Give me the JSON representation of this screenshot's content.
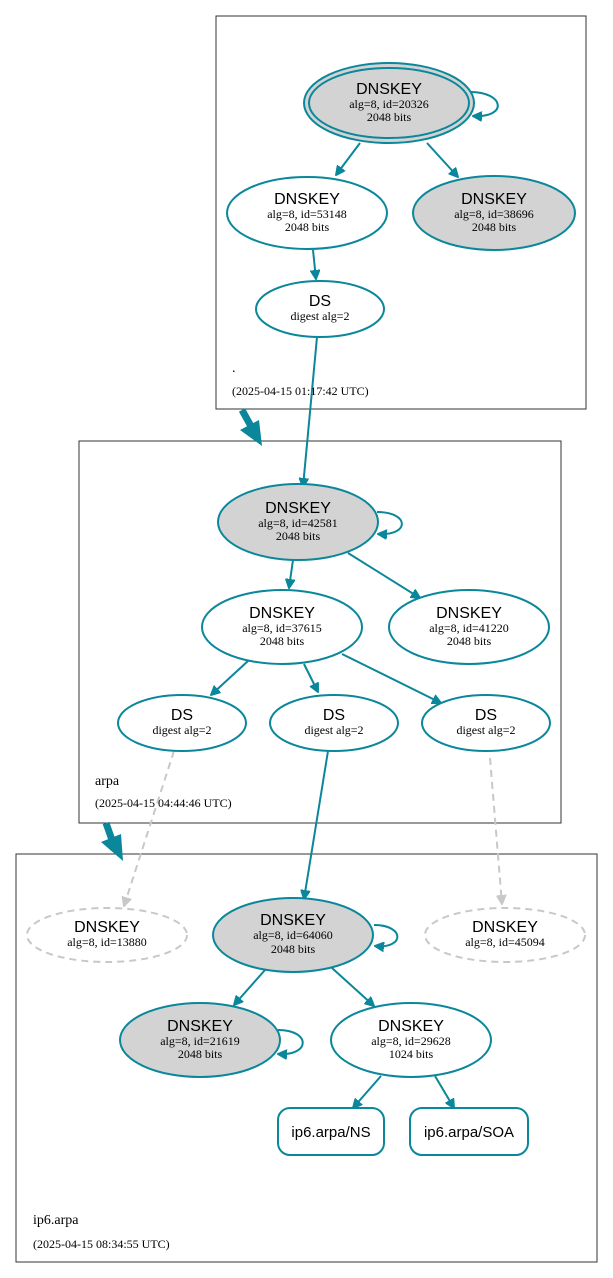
{
  "colors": {
    "edge": "#0a879a",
    "ksk_fill": "#d3d3d3",
    "zsk_fill": "#ffffff",
    "missing": "#c8c8c8"
  },
  "zones": {
    "root": {
      "name": ".",
      "timestamp": "(2025-04-15 01:17:42 UTC)",
      "ksk": {
        "title": "DNSKEY",
        "line1": "alg=8, id=20326",
        "line2": "2048 bits"
      },
      "zsk": {
        "title": "DNSKEY",
        "line1": "alg=8, id=53148",
        "line2": "2048 bits"
      },
      "key3": {
        "title": "DNSKEY",
        "line1": "alg=8, id=38696",
        "line2": "2048 bits"
      },
      "ds": {
        "title": "DS",
        "line1": "digest alg=2"
      }
    },
    "arpa": {
      "name": "arpa",
      "timestamp": "(2025-04-15 04:44:46 UTC)",
      "ksk": {
        "title": "DNSKEY",
        "line1": "alg=8, id=42581",
        "line2": "2048 bits"
      },
      "zsk": {
        "title": "DNSKEY",
        "line1": "alg=8, id=37615",
        "line2": "2048 bits"
      },
      "key3": {
        "title": "DNSKEY",
        "line1": "alg=8, id=41220",
        "line2": "2048 bits"
      },
      "ds1": {
        "title": "DS",
        "line1": "digest alg=2"
      },
      "ds2": {
        "title": "DS",
        "line1": "digest alg=2"
      },
      "ds3": {
        "title": "DS",
        "line1": "digest alg=2"
      }
    },
    "ip6": {
      "name": "ip6.arpa",
      "timestamp": "(2025-04-15 08:34:55 UTC)",
      "missing1": {
        "title": "DNSKEY",
        "line1": "alg=8, id=13880"
      },
      "ksk": {
        "title": "DNSKEY",
        "line1": "alg=8, id=64060",
        "line2": "2048 bits"
      },
      "missing2": {
        "title": "DNSKEY",
        "line1": "alg=8, id=45094"
      },
      "key4": {
        "title": "DNSKEY",
        "line1": "alg=8, id=21619",
        "line2": "2048 bits"
      },
      "zsk": {
        "title": "DNSKEY",
        "line1": "alg=8, id=29628",
        "line2": "1024 bits"
      },
      "rr_ns": "ip6.arpa/NS",
      "rr_soa": "ip6.arpa/SOA"
    }
  }
}
